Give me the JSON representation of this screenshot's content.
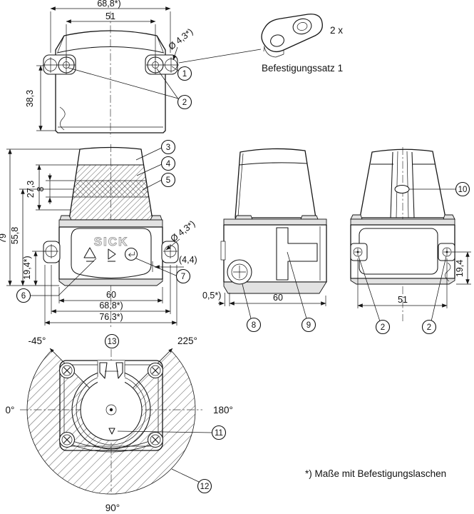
{
  "drawing": {
    "footnote": "*) Maße mit Befestigungslaschen",
    "brand": "SICK",
    "accessory": {
      "qty": "2 x",
      "name": "Befestigungssatz 1"
    },
    "callouts": {
      "c1": "1",
      "c2": "2",
      "c3": "3",
      "c4": "4",
      "c5": "5",
      "c6": "6",
      "c7": "7",
      "c8": "8",
      "c9": "9",
      "c10": "10",
      "c11": "11",
      "c12": "12",
      "c13": "13"
    },
    "top_view": {
      "w_outer": "68,8*)",
      "w_head": "51",
      "h_body": "38,3",
      "hole": "Ø 4,3*)"
    },
    "front_view": {
      "h_total": "79",
      "h_body": "55,8",
      "h_cone": "27,3",
      "h_band": "8",
      "h_lug": "19,4*)",
      "w_body": "60",
      "w_lugholes": "68,8*)",
      "w_total": "76,3*)",
      "hole": "Ø 4,3*)",
      "offset": "(4,4)"
    },
    "side_view": {
      "gap": "0,5*)",
      "depth": "60"
    },
    "rear_view": {
      "h_lug": "19,4",
      "w_holes": "51"
    },
    "bottom_view": {
      "a_start": "-45°",
      "a_end": "225°",
      "a_left": "0°",
      "a_right": "180°",
      "a_bottom": "90°"
    }
  }
}
